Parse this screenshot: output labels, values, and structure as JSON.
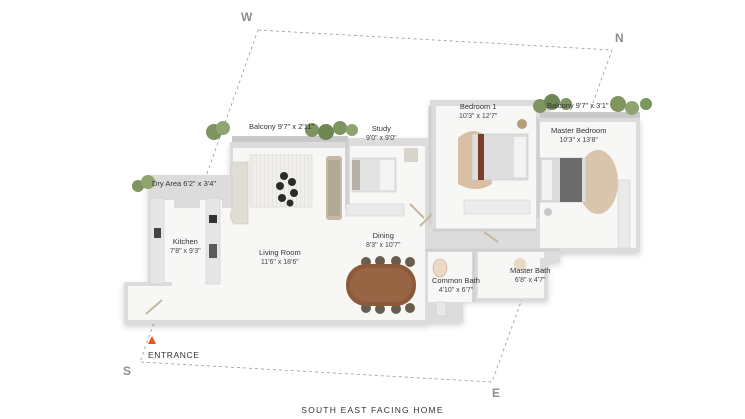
{
  "compass": {
    "north": "N",
    "south": "S",
    "east": "E",
    "west": "W"
  },
  "rooms": {
    "balcony_living": {
      "name": "Balcony",
      "size": "9'7\" x 2'11\""
    },
    "study": {
      "name": "Study",
      "size": "9'0\" x 9'0\""
    },
    "bedroom1": {
      "name": "Bedroom 1",
      "size": "10'3\" x 12'7\""
    },
    "balcony_master": {
      "name": "Balcony",
      "size": "9'7\" x 3'1\""
    },
    "master_bedroom": {
      "name": "Master Bedroom",
      "size": "10'3\" x 13'8\""
    },
    "dry_area": {
      "name": "Dry Area",
      "size": "6'2\" x 3'4\""
    },
    "kitchen": {
      "name": "Kitchen",
      "size": "7'8\" x 9'3\""
    },
    "living_room": {
      "name": "Living Room",
      "size": "11'6\" x 18'6\""
    },
    "dining": {
      "name": "Dining",
      "size": "8'3\" x 10'7\""
    },
    "common_bath": {
      "name": "Common Bath",
      "size": "4'10\" x 6'7\""
    },
    "master_bath": {
      "name": "Master Bath",
      "size": "6'8\" x 4'7\""
    }
  },
  "entrance_label": "ENTRANCE",
  "caption": "SOUTH EAST FACING HOME",
  "colors": {
    "entrance_marker": "#e8541c",
    "wall": "#d3d3d3",
    "plant": "#7e9461"
  }
}
